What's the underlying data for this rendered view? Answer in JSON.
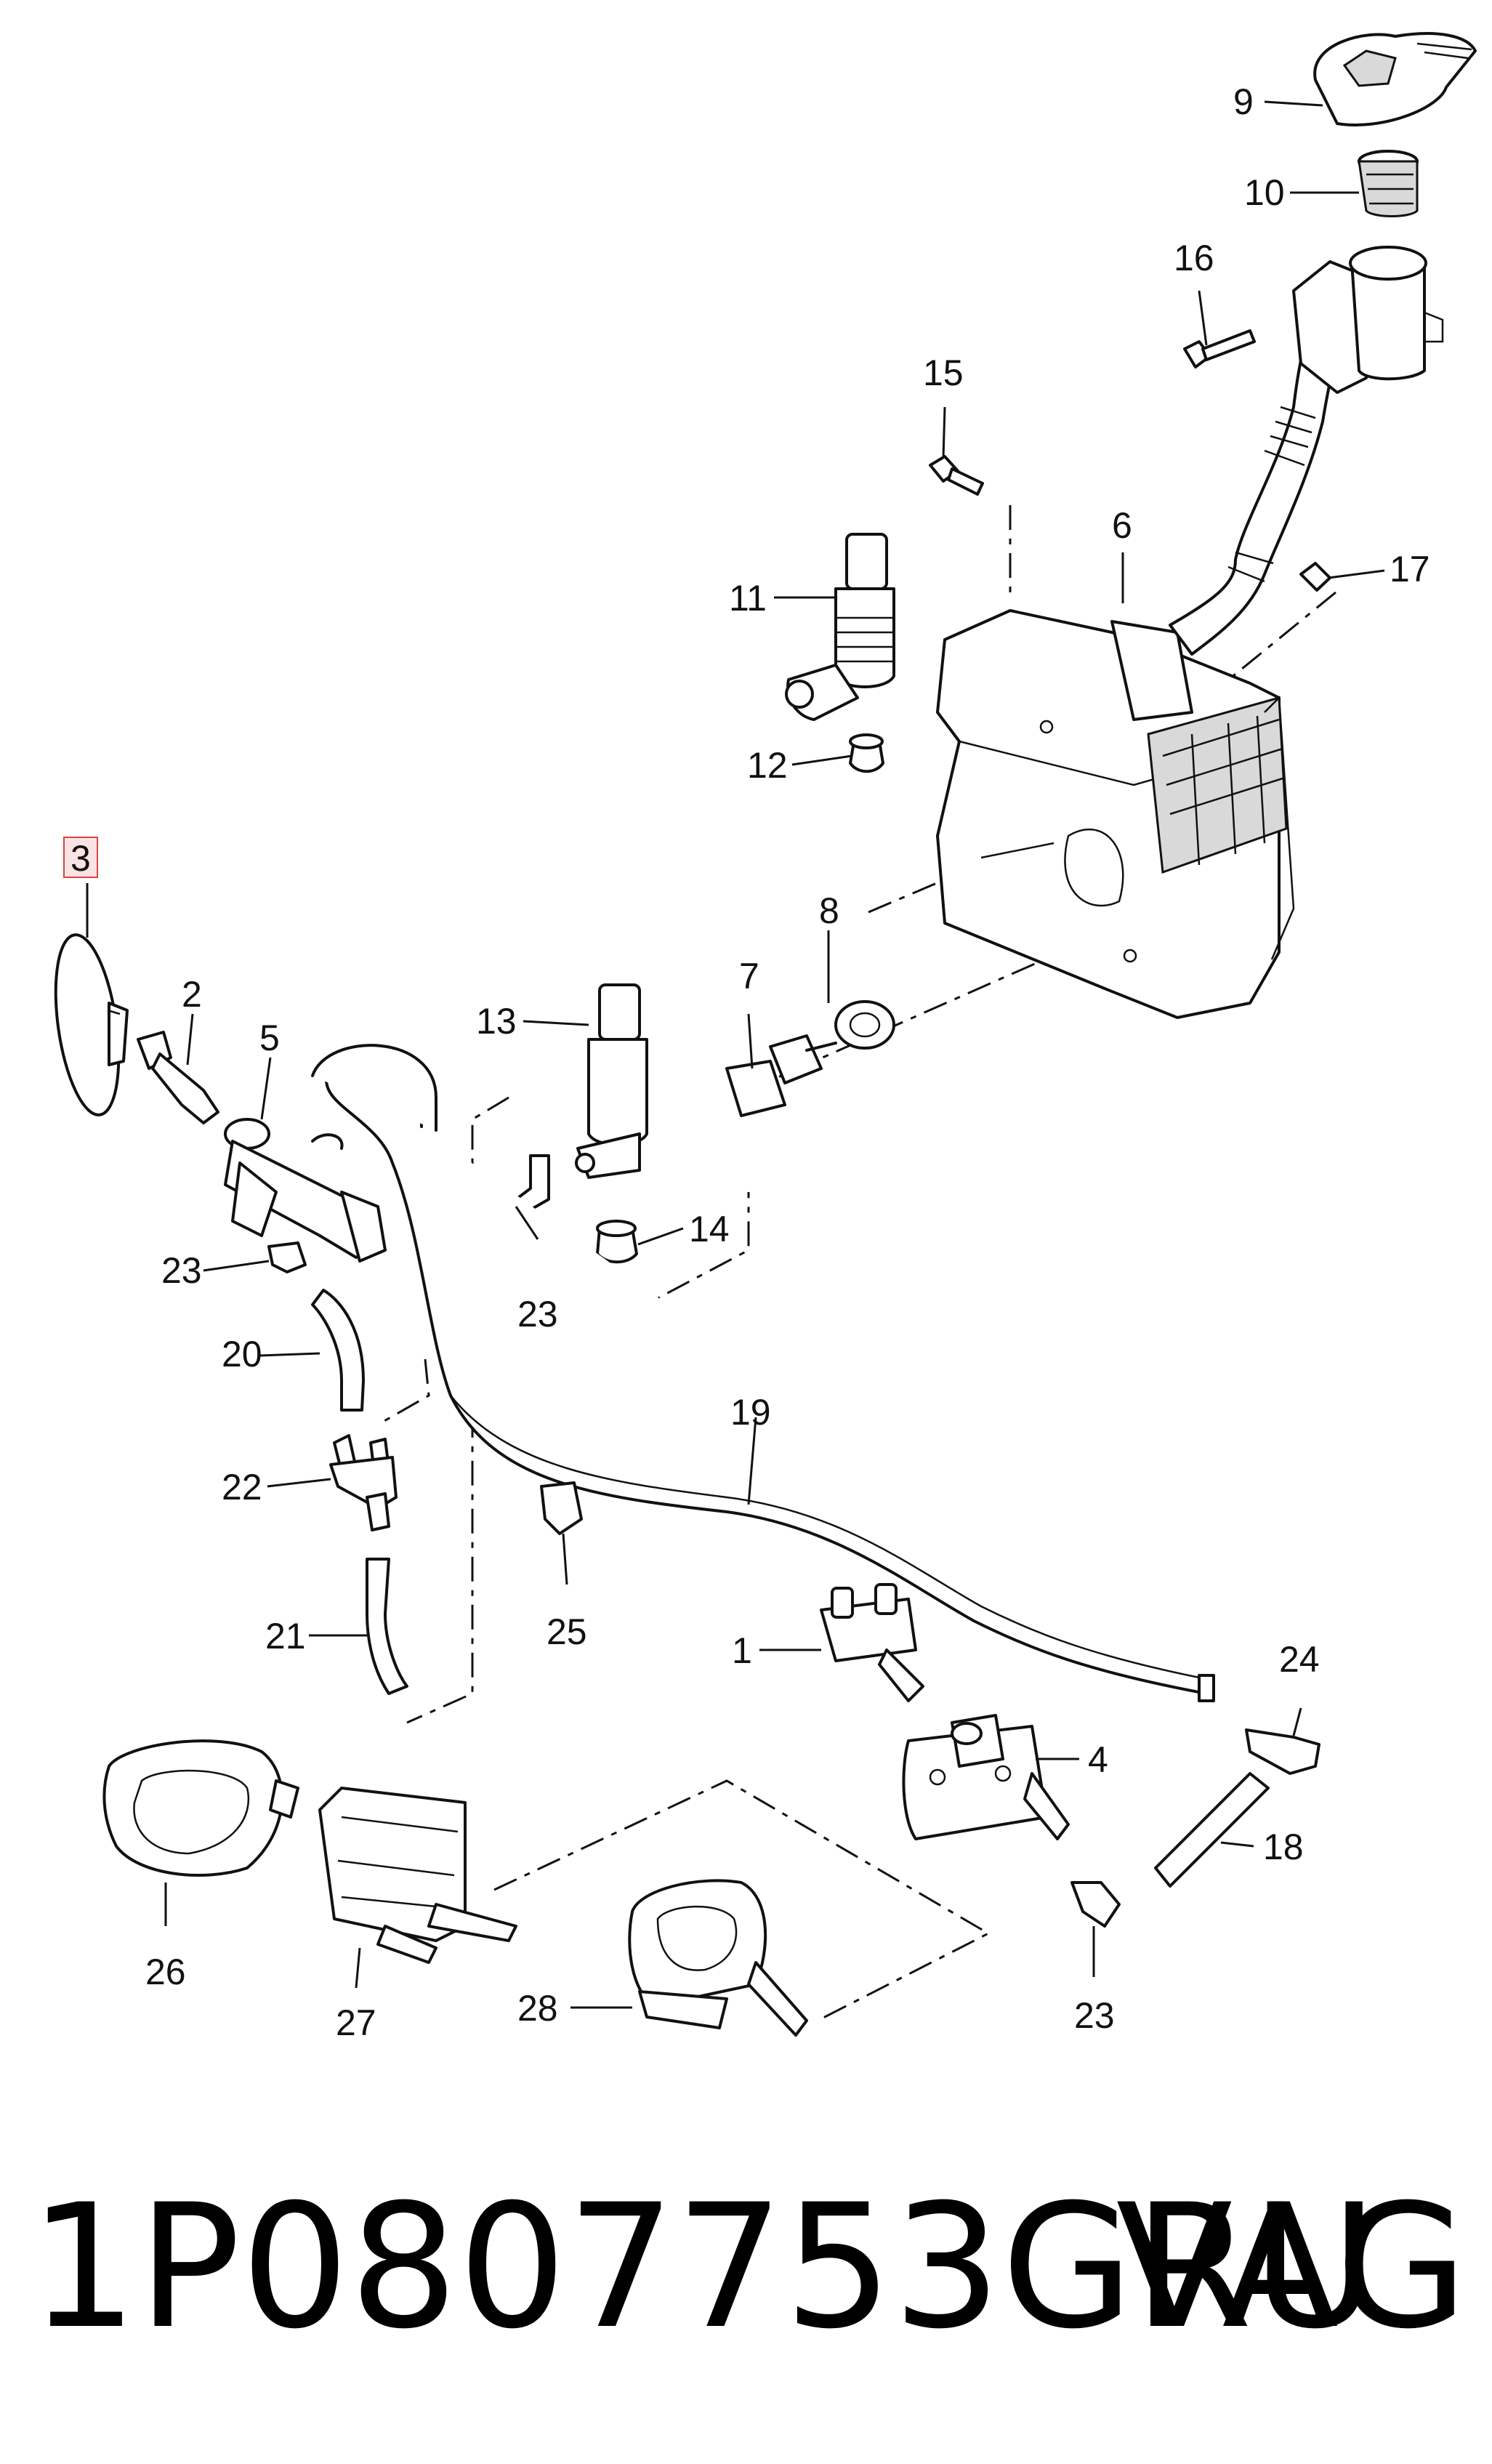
{
  "callouts": {
    "c1": "1",
    "c2": "2",
    "c3": "3",
    "c4": "4",
    "c5": "5",
    "c6": "6",
    "c7": "7",
    "c8": "8",
    "c9": "9",
    "c10": "10",
    "c11": "11",
    "c12": "12",
    "c13": "13",
    "c14": "14",
    "c15": "15",
    "c16": "16",
    "c17": "17",
    "c18": "18",
    "c19": "19",
    "c20": "20",
    "c21": "21",
    "c22": "22",
    "c23": "23",
    "c24": "24",
    "c25": "25",
    "c26": "26",
    "c27": "27",
    "c28": "28"
  },
  "highlighted_callout": "3",
  "footer": {
    "part_number": "1P0807753GRU",
    "brand": "VAG"
  }
}
